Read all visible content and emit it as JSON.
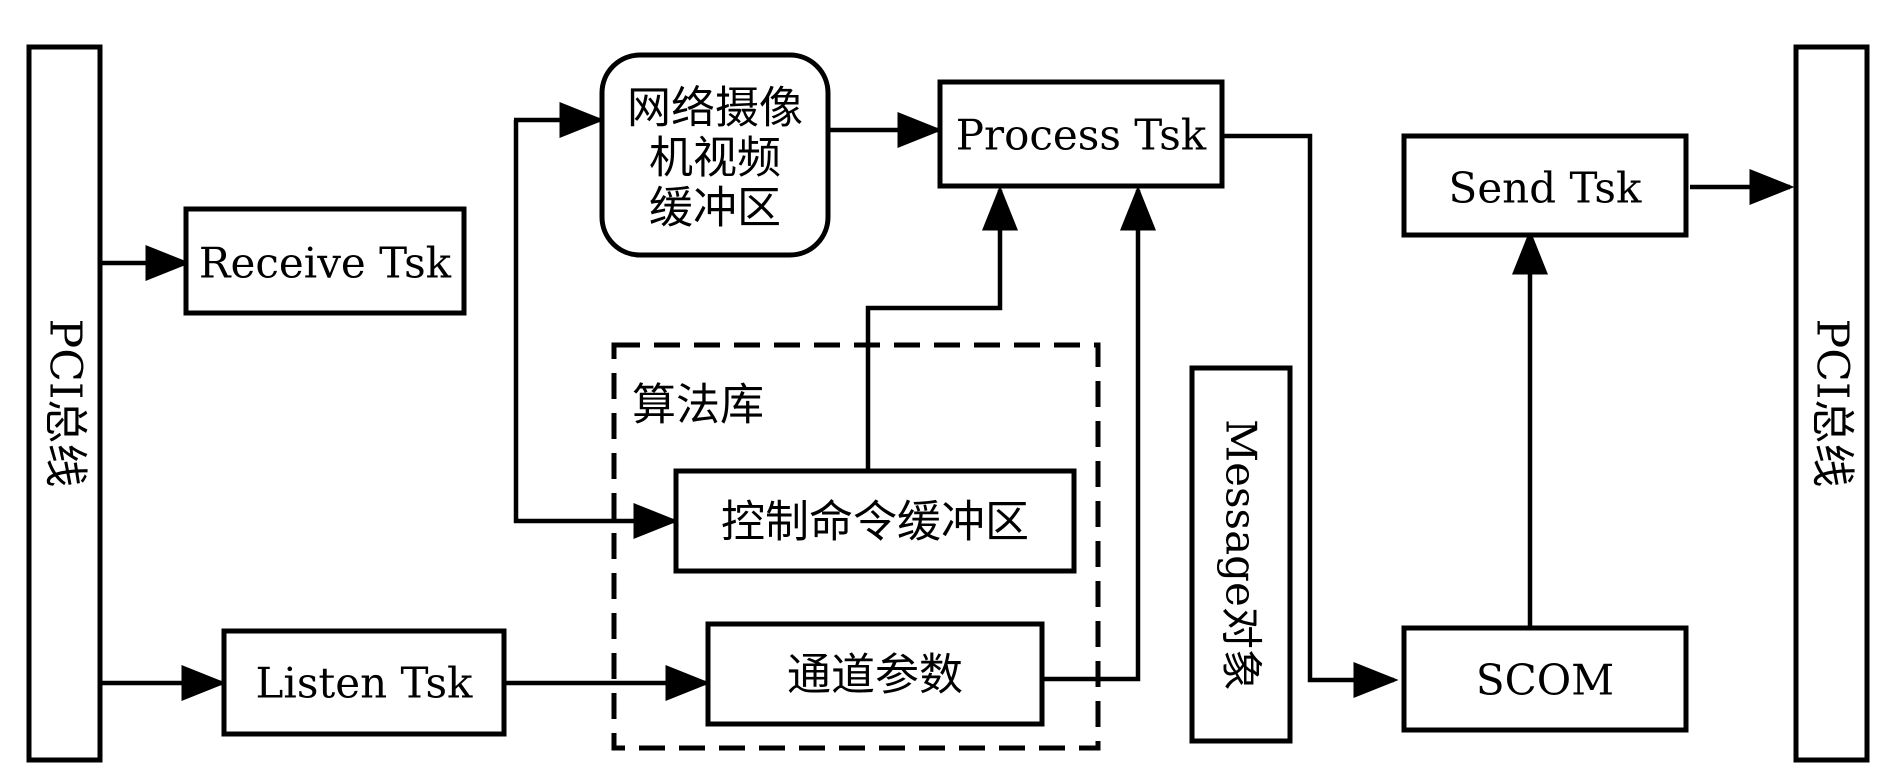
{
  "left_bus": {
    "label": "PCI总线"
  },
  "right_bus": {
    "label": "PCI总线"
  },
  "receive_task": {
    "label": "Receive Tsk"
  },
  "listen_task": {
    "label": "Listen Tsk"
  },
  "camera_buffer": {
    "lines": [
      "网络摄像",
      "机视频",
      "缓冲区"
    ]
  },
  "process_task": {
    "label": "Process Tsk"
  },
  "algorithm_library": {
    "label": "算法库",
    "control_buffer": {
      "label": "控制命令缓冲区"
    },
    "channel_params": {
      "label": "通道参数"
    }
  },
  "message_object": {
    "label": "Message对象"
  },
  "send_task": {
    "label": "Send Tsk"
  },
  "scom": {
    "label": "SCOM"
  }
}
